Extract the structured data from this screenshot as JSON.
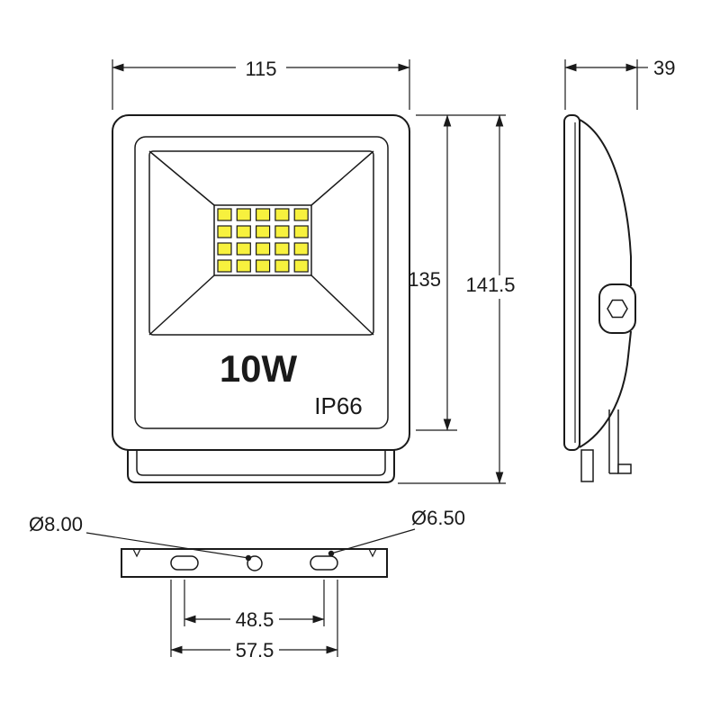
{
  "front_view": {
    "width_label": "115",
    "glass_height_label": "135",
    "total_height_label": "141.5",
    "wattage_label": "10W",
    "ip_rating_label": "IP66",
    "led_grid": {
      "cols": 5,
      "rows": 4
    }
  },
  "side_view": {
    "depth_label": "39"
  },
  "bottom_view": {
    "center_hole_diameter_label": "Ø8.00",
    "slot_diameter_label": "Ø6.50",
    "slot_center_spacing_label": "48.5",
    "slot_outer_spacing_label": "57.5"
  },
  "colors": {
    "line": "#1a1a1a",
    "led_chip": "#f7f13e",
    "background": "#ffffff"
  }
}
